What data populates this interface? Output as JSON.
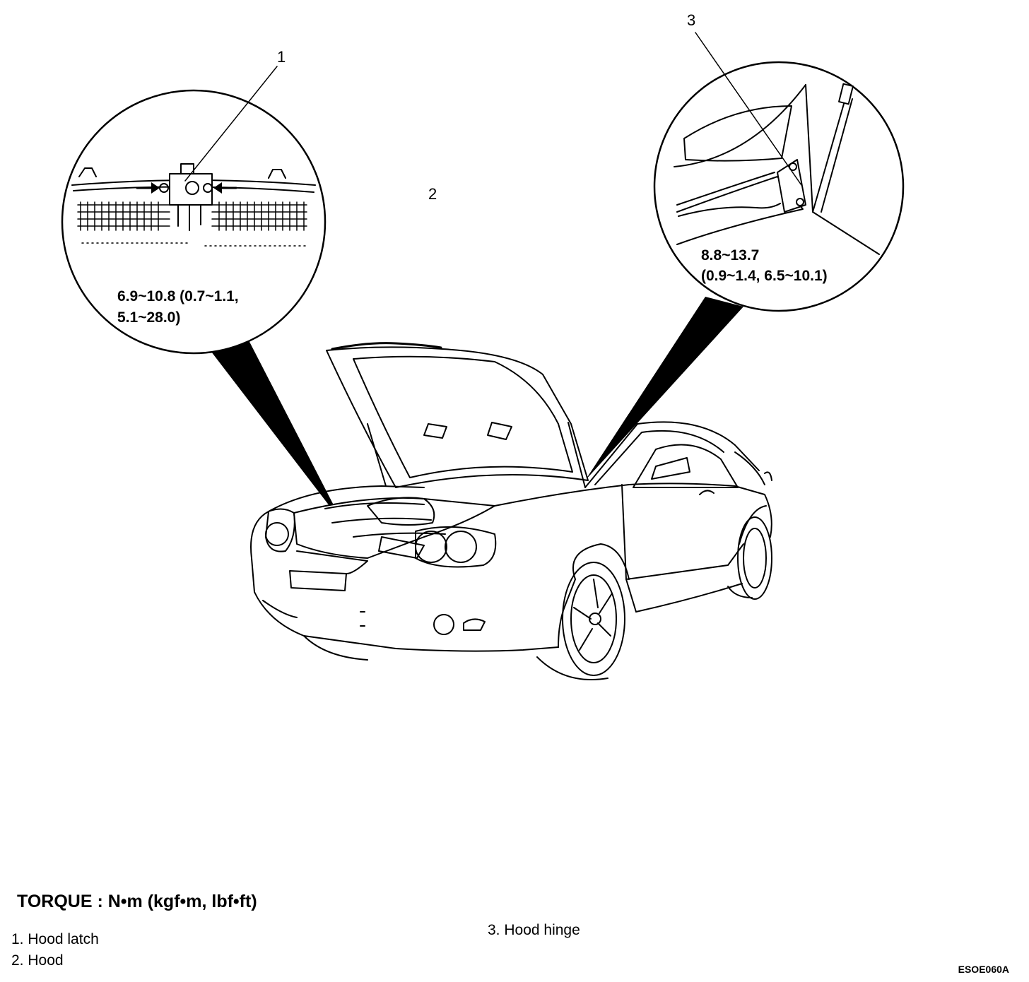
{
  "callouts": {
    "latch_number": "1",
    "hood_number": "2",
    "hinge_number": "3"
  },
  "specs": {
    "latch_line1": "6.9~10.8 (0.7~1.1,",
    "latch_line2": "5.1~28.0)",
    "hinge_line1": "8.8~13.7",
    "hinge_line2": "(0.9~1.4, 6.5~10.1)"
  },
  "torque_label": "TORQUE : N•m (kgf•m, lbf•ft)",
  "legend": [
    {
      "label": "1. Hood latch"
    },
    {
      "label": "2. Hood"
    },
    {
      "label": "3. Hood hinge"
    }
  ],
  "figure_code": "ESOE060A"
}
